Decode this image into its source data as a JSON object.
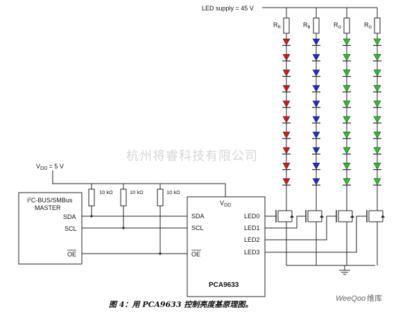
{
  "supply_label": "LED supply = 45 V",
  "resistors": [
    {
      "name": "R",
      "sub": "R",
      "color": "#d11818"
    },
    {
      "name": "R",
      "sub": "B",
      "color": "#1a2ec9"
    },
    {
      "name": "R",
      "sub": "G",
      "color": "#27c227"
    },
    {
      "name": "R",
      "sub": "G",
      "color": "#27c227"
    }
  ],
  "led_count_per_string": 10,
  "vdd_supply": {
    "prefix": "V",
    "sub": "DD",
    "suffix": " = 5 V"
  },
  "pullups": [
    "10 kΩ",
    "10 kΩ",
    "10 kΩ"
  ],
  "master": {
    "title_prefix": "I",
    "title_sup": "2",
    "title_suffix": "C-BUS/SMBus",
    "title2": "MASTER",
    "pins": [
      "SDA",
      "SCL",
      "OE"
    ]
  },
  "chip": {
    "name": "PCA9633",
    "vdd_prefix": "V",
    "vdd_sub": "DD",
    "left_pins": [
      "SDA",
      "SCL",
      "OE"
    ],
    "right_pins": [
      "LED0",
      "LED1",
      "LED2",
      "LED3"
    ]
  },
  "watermark": "杭州将睿科技有限公司",
  "caption": "图 4：用 PCA9633 控制亮度基原理图。",
  "site_logo": {
    "text": "WeeQoo",
    "cn": "维库"
  }
}
